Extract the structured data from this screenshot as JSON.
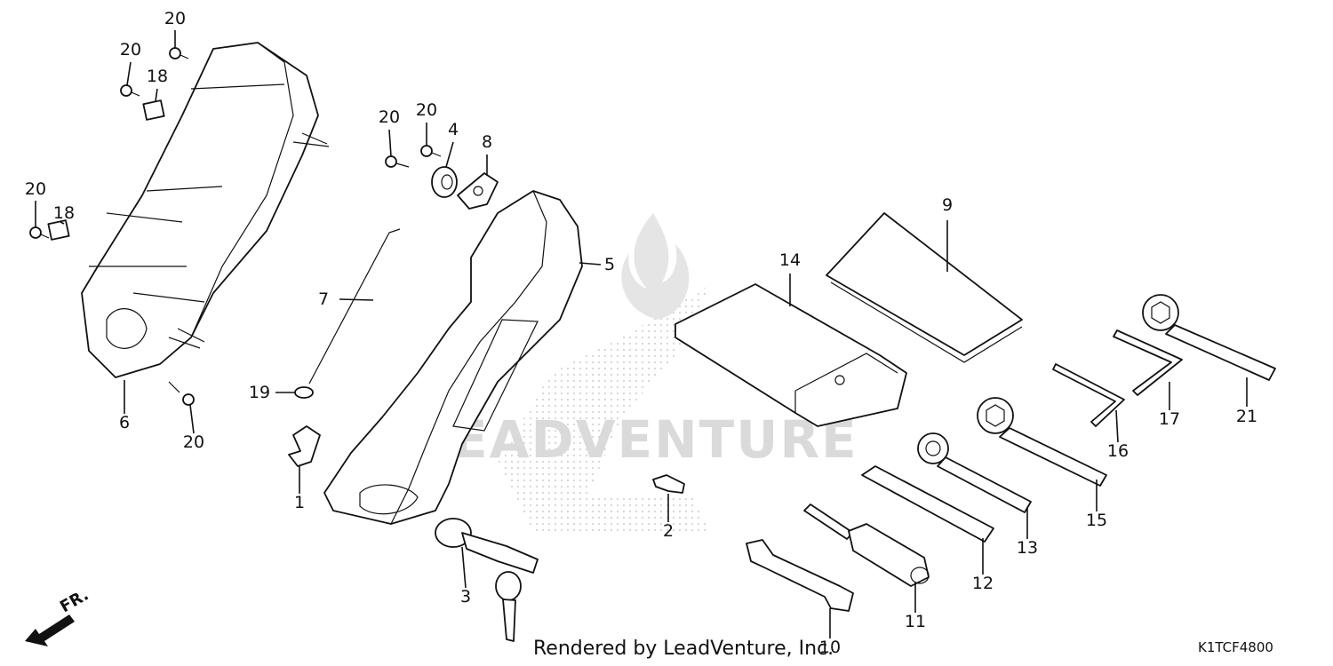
{
  "diagram": {
    "fr_label": "FR.",
    "watermark_text": "LEADVENTURE",
    "callouts": [
      {
        "label": "20"
      },
      {
        "label": "20"
      },
      {
        "label": "18"
      },
      {
        "label": "20"
      },
      {
        "label": "18"
      },
      {
        "label": "6"
      },
      {
        "label": "20"
      },
      {
        "label": "20"
      },
      {
        "label": "20"
      },
      {
        "label": "4"
      },
      {
        "label": "8"
      },
      {
        "label": "5"
      },
      {
        "label": "7"
      },
      {
        "label": "19"
      },
      {
        "label": "1"
      },
      {
        "label": "3"
      },
      {
        "label": "2"
      },
      {
        "label": "9"
      },
      {
        "label": "14"
      },
      {
        "label": "21"
      },
      {
        "label": "17"
      },
      {
        "label": "16"
      },
      {
        "label": "15"
      },
      {
        "label": "13"
      },
      {
        "label": "12"
      },
      {
        "label": "11"
      },
      {
        "label": "10"
      }
    ]
  },
  "footer": {
    "credit": "Rendered by LeadVenture, Inc.",
    "diagram_code": "K1TCF4800"
  }
}
